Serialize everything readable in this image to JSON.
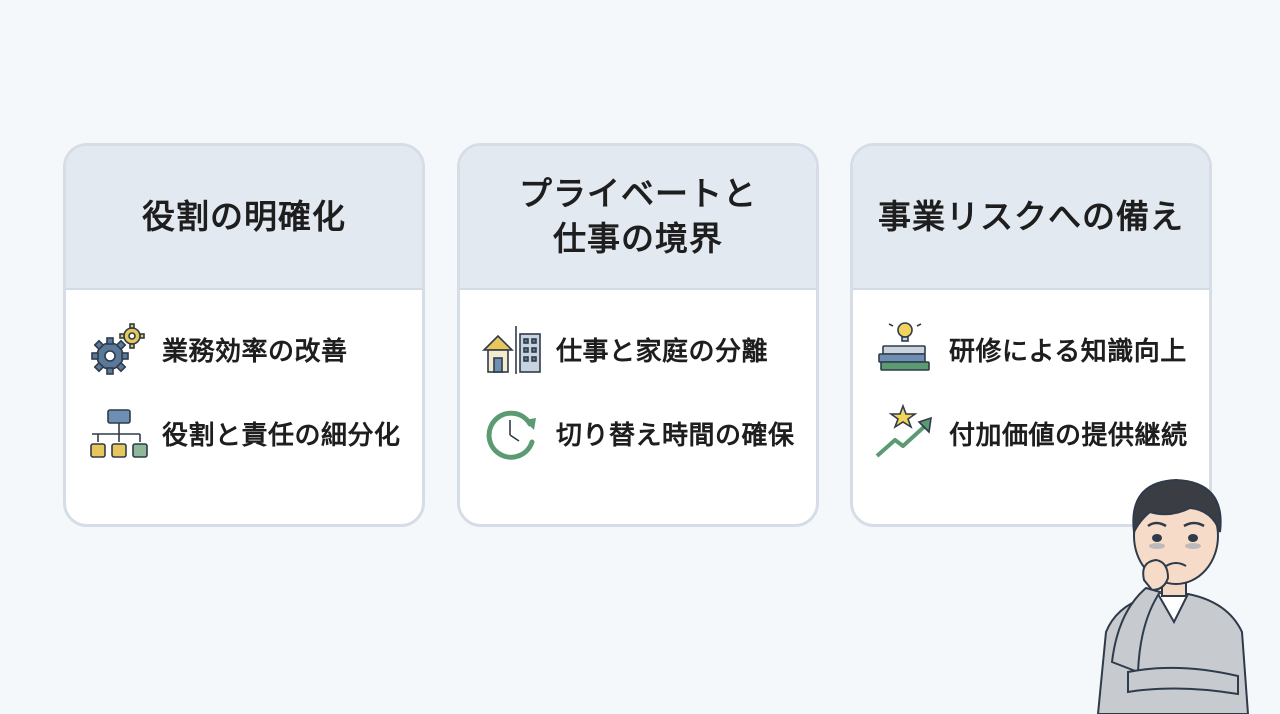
{
  "cards": [
    {
      "title": "役割の明確化",
      "items": [
        {
          "icon": "gears-icon",
          "label": "業務効率の改善"
        },
        {
          "icon": "org-chart-icon",
          "label": "役割と責任の細分化"
        }
      ]
    },
    {
      "title": "プライベートと\n仕事の境界",
      "items": [
        {
          "icon": "house-building-icon",
          "label": "仕事と家庭の分離"
        },
        {
          "icon": "clock-cycle-icon",
          "label": "切り替え時間の確保"
        }
      ]
    },
    {
      "title": "事業リスクへの備え",
      "items": [
        {
          "icon": "books-lightbulb-icon",
          "label": "研修による知識向上"
        },
        {
          "icon": "star-growth-arrow-icon",
          "label": "付加価値の提供継続"
        }
      ]
    }
  ],
  "colors": {
    "background": "#f5f8fa",
    "card_header": "#e3e9f1",
    "card_border": "#d6dde6",
    "gear_blue": "#5a7897",
    "gear_yellow": "#e7c75d",
    "growth_green": "#5c9a72"
  }
}
